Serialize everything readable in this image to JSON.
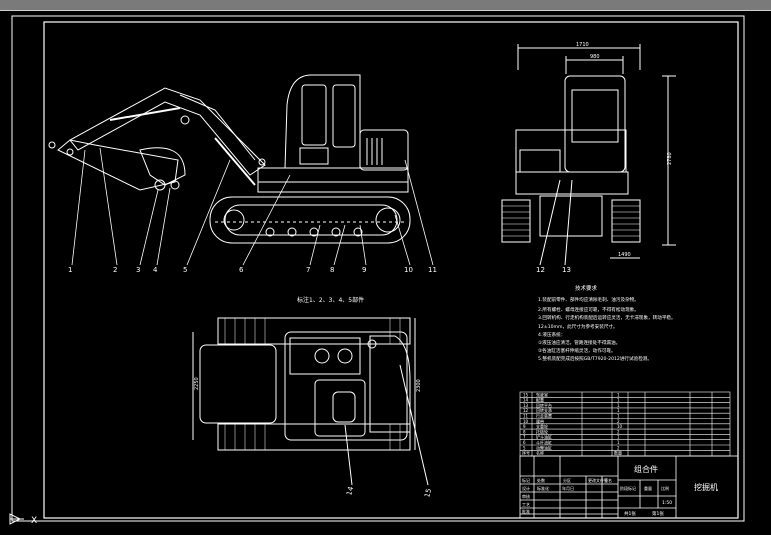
{
  "drawing": {
    "callouts": [
      "1",
      "2",
      "3",
      "4",
      "5",
      "6",
      "7",
      "8",
      "9",
      "10",
      "11",
      "12",
      "13",
      "14",
      "15"
    ],
    "side_view_note": "标注1、2、3、4、5部件",
    "dims_front": {
      "top": "1710",
      "inner": "980",
      "height": "2780",
      "bottom": "1490"
    },
    "dims_plan": {
      "left": "2250",
      "right": "2300"
    }
  },
  "notes": {
    "title": "技术要求",
    "lines": [
      "1.装配前零件、部件均应清除毛刺、油污及杂物。",
      "2.所有螺栓、螺母连接应可靠，不得有松动现象。",
      "3.回转机构、行走机构装配后运转应灵活，无卡滞现象，转动平稳。",
      "  12±10mm，此尺寸为参考安装尺寸。",
      "4.液压系统：",
      "  ①液压油应清洁，管路连接处不得漏油。",
      "  ②各油缸活塞杆伸缩灵活，动作可靠。",
      "5.整机装配完成后按照GB/T7920-2012进行试验检测。"
    ]
  },
  "title_block": {
    "part_name": "组合件",
    "drawing_name": "挖掘机",
    "scale": "1:50",
    "sheet": "共1张",
    "sheet_no": "第1张",
    "labels": [
      "标记",
      "处数",
      "分区",
      "更改文件号",
      "签名",
      "年月日",
      "设计",
      "标准化",
      "审核",
      "工艺",
      "批准",
      "阶段标记",
      "重量",
      "比例"
    ]
  },
  "bom": {
    "rows": [
      [
        "15",
        "驾驶室",
        "1"
      ],
      [
        "14",
        "配重",
        "1"
      ],
      [
        "13",
        "回转平台",
        "1"
      ],
      [
        "12",
        "回转支承",
        "1"
      ],
      [
        "11",
        "行走装置",
        "1"
      ],
      [
        "10",
        "履带",
        "2"
      ],
      [
        "9",
        "支重轮",
        "10"
      ],
      [
        "8",
        "托链轮",
        "2"
      ],
      [
        "7",
        "铲斗油缸",
        "1"
      ],
      [
        "6",
        "斗杆油缸",
        "1"
      ],
      [
        "5",
        "动臂油缸",
        "2"
      ],
      [
        "序号",
        "名称",
        "数量"
      ]
    ]
  },
  "ui": {
    "ucs_x": "X"
  }
}
